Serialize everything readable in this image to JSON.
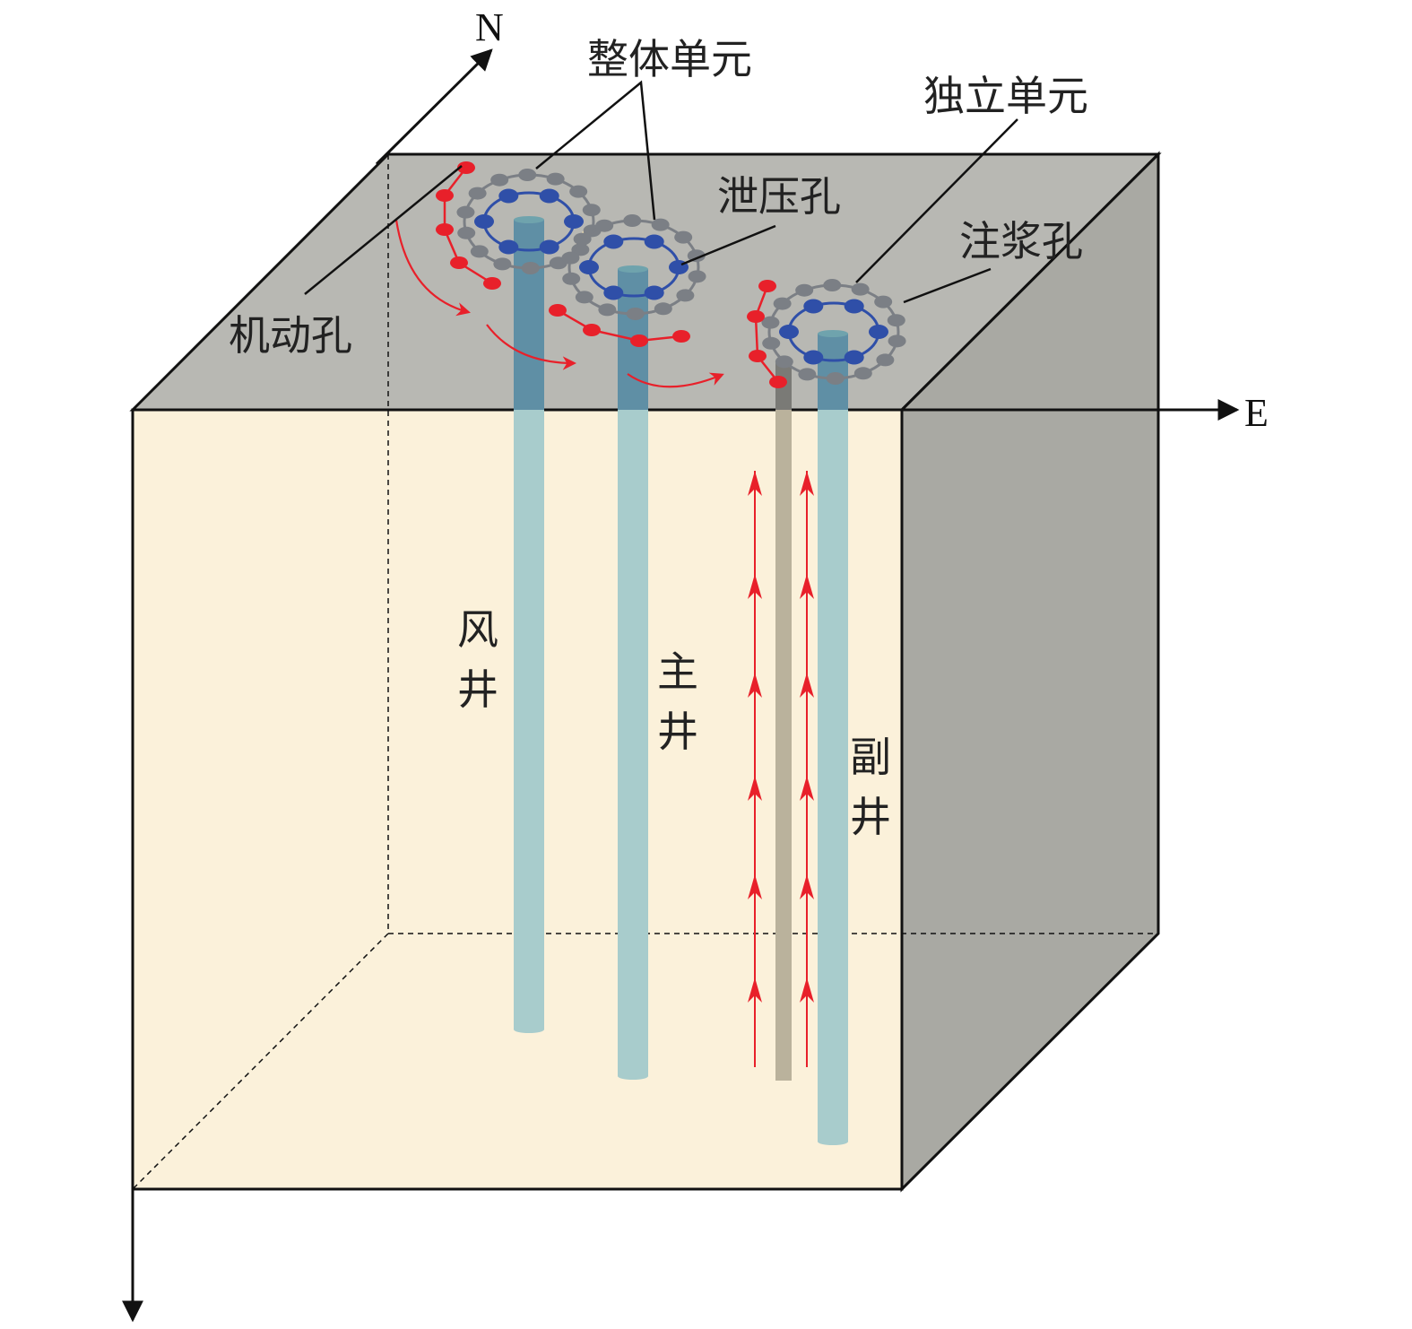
{
  "axes": {
    "north": "N",
    "east": "E"
  },
  "labels": {
    "whole_unit": "整体单元",
    "independent_unit": "独立单元",
    "relief_hole": "泄压孔",
    "grouting_hole": "注浆孔",
    "mobile_hole": "机动孔"
  },
  "shafts": {
    "ventilation": [
      "风",
      "井"
    ],
    "main": [
      "主",
      "井"
    ],
    "auxiliary": [
      "副",
      "井"
    ]
  },
  "colors": {
    "top_face": "#b8b8b3",
    "right_face": "#a9a9a3",
    "front_face": "#fbf1da",
    "shaft_light": "#a8cccc",
    "shaft_dark": "#5f8fa5",
    "grout_hole": "#7b7f85",
    "relief_hole": "#2f4fa8",
    "mobile_hole": "#e8202a"
  }
}
